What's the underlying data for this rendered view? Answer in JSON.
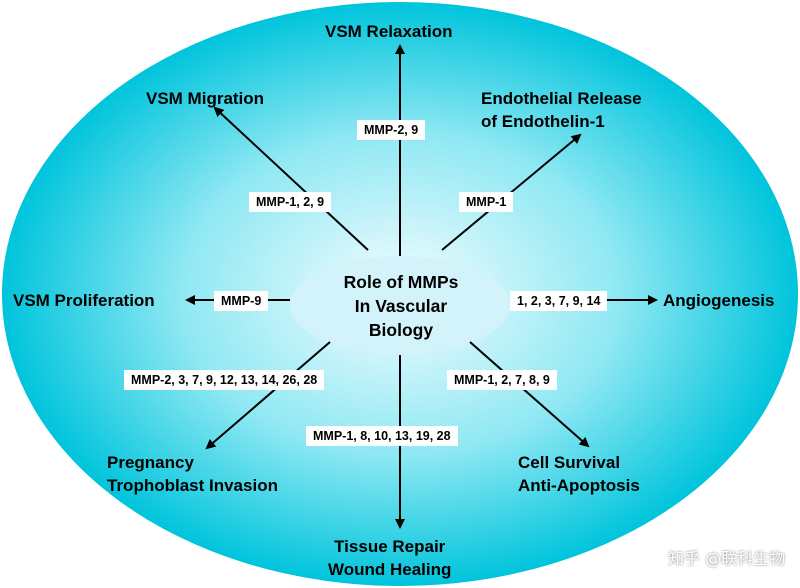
{
  "center": {
    "lines": [
      "Role of MMPs",
      "In Vascular",
      "Biology"
    ]
  },
  "outcomes": {
    "relaxation": [
      "VSM Relaxation"
    ],
    "migration": [
      "VSM Migration"
    ],
    "endothelin": [
      "Endothelial Release",
      "of Endothelin-1"
    ],
    "proliferation": [
      "VSM Proliferation"
    ],
    "angiogenesis": [
      "Angiogenesis"
    ],
    "pregnancy": [
      "Pregnancy",
      "Trophoblast Invasion"
    ],
    "tissue_repair": [
      "Tissue Repair",
      "Wound Healing"
    ],
    "cell_survival": [
      "Cell Survival",
      "Anti-Apoptosis"
    ]
  },
  "mmp_labels": {
    "relaxation": "MMP-2, 9",
    "migration": "MMP-1, 2, 9",
    "endothelin": "MMP-1",
    "proliferation": "MMP-9",
    "angiogenesis": "1, 2, 3, 7, 9, 14",
    "pregnancy": "MMP-2, 3, 7, 9, 12, 13, 14, 26, 28",
    "tissue_repair": "MMP-1, 8, 10, 13, 19, 28",
    "cell_survival": "MMP-1, 2, 7, 8, 9"
  },
  "watermark": "知乎 @联科生物",
  "colors": {
    "ellipse_edge": "#00c4dc",
    "ellipse_center": "#f0fdff",
    "inner_ellipse": "#d3f3fb"
  }
}
